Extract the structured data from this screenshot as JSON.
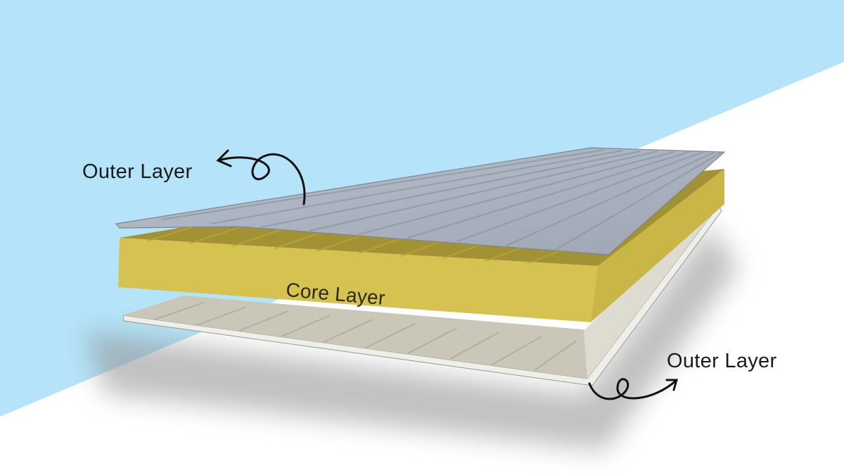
{
  "labels": {
    "top_outer": "Outer Layer",
    "core": "Core Layer",
    "bottom_outer": "Outer Layer"
  },
  "colors": {
    "background_blue": "#b5e3f9",
    "background_white": "#ffffff",
    "outer_sheet": "#aab1be",
    "core_foam": "#d6c250",
    "bottom_sheet": "#cbc7b8"
  }
}
